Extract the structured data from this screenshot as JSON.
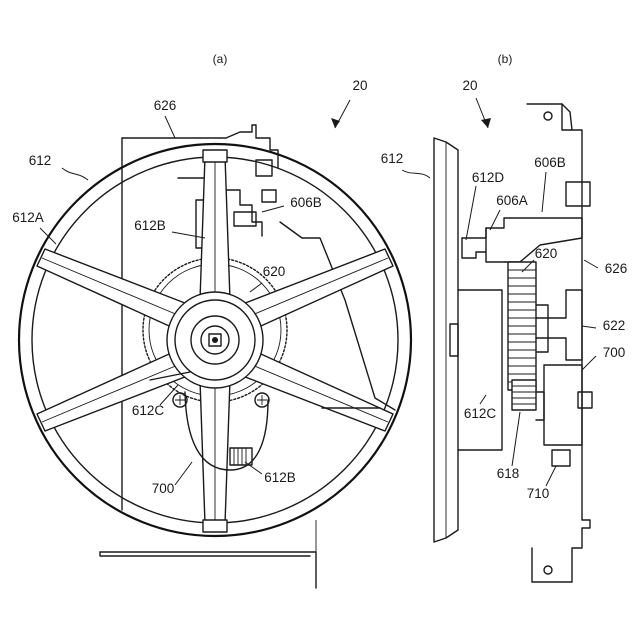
{
  "panels": {
    "a": {
      "caption": "(a)"
    },
    "b": {
      "caption": "(b)"
    }
  },
  "labels_a": {
    "assembly": "20",
    "chassis": "626",
    "wheel": "612",
    "rim": "612A",
    "spoke_upper": "612B",
    "bracket": "606B",
    "gear": "620",
    "hub": "612C",
    "motor": "700",
    "spoke_lower": "612B"
  },
  "labels_b": {
    "assembly": "20",
    "wheel": "612",
    "wheel_rim_edge": "612D",
    "bracket_a": "606A",
    "bracket_b": "606B",
    "gear": "620",
    "chassis": "626",
    "bearing": "622",
    "motor": "700",
    "hub": "612C",
    "pinion": "618",
    "motor_shaft": "710"
  }
}
